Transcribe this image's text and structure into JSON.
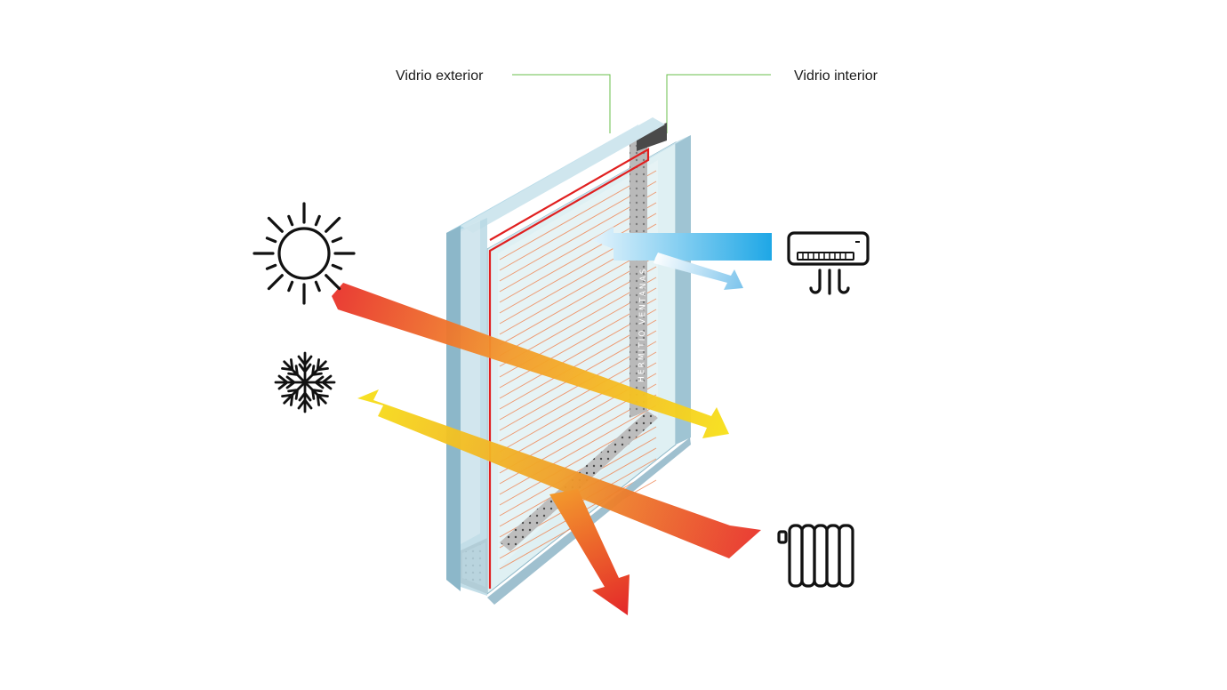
{
  "labels": {
    "exterior_glass": "Vidrio exterior",
    "interior_glass": "Vidrio interior"
  },
  "spacer_brand": "HERMITIO VENTANAS",
  "icons": {
    "sun": "sun-icon",
    "snowflake": "snowflake-icon",
    "air_conditioner": "air-conditioner-icon",
    "radiator": "radiator-icon"
  },
  "colors": {
    "callout_line": "#6abf4b",
    "heat_arrow_start": "#e8312a",
    "heat_arrow_end": "#f7e018",
    "cold_arrow": "#5ab4e6",
    "low_e_coating": "#e02020"
  }
}
